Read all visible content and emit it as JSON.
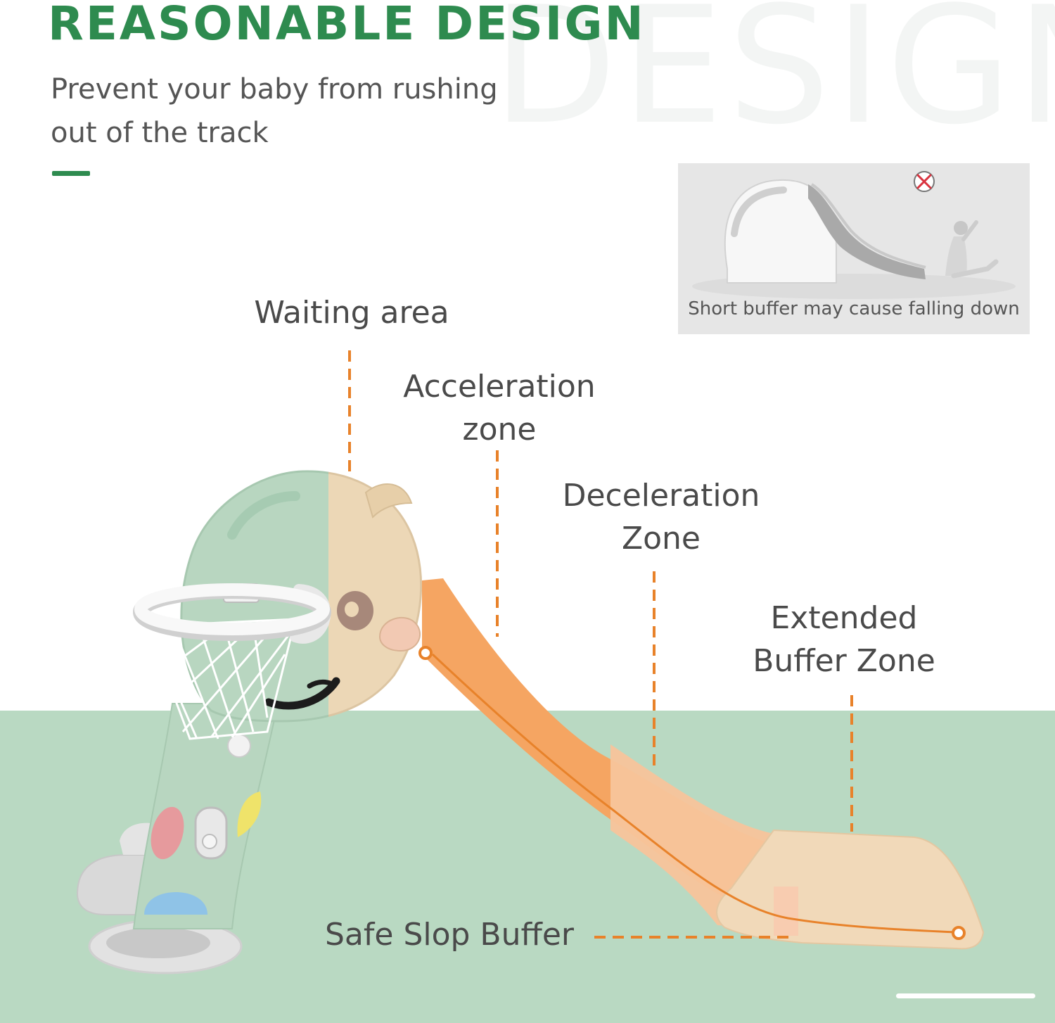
{
  "header": {
    "title": "REASONABLE DESIGN",
    "watermark": "DESIGN",
    "subtitle_line1": "Prevent your baby from rushing",
    "subtitle_line2": "out of the track"
  },
  "inset": {
    "caption": "Short buffer may cause falling down",
    "status_icon": "red-x-icon"
  },
  "zones": {
    "waiting": "Waiting area",
    "acceleration_line1": "Acceleration",
    "acceleration_line2": "zone",
    "deceleration_line1": "Deceleration",
    "deceleration_line2": "Zone",
    "extended_line1": "Extended",
    "extended_line2": "Buffer Zone",
    "safe_slope": "Safe Slop Buffer"
  },
  "colors": {
    "brand_green": "#2e8b4f",
    "floor": "#b9d9c2",
    "leader_orange": "#e8822a",
    "slide_orange": "#f5a562",
    "slide_beige": "#f1d9b9",
    "body_green": "#b8d6c0"
  }
}
